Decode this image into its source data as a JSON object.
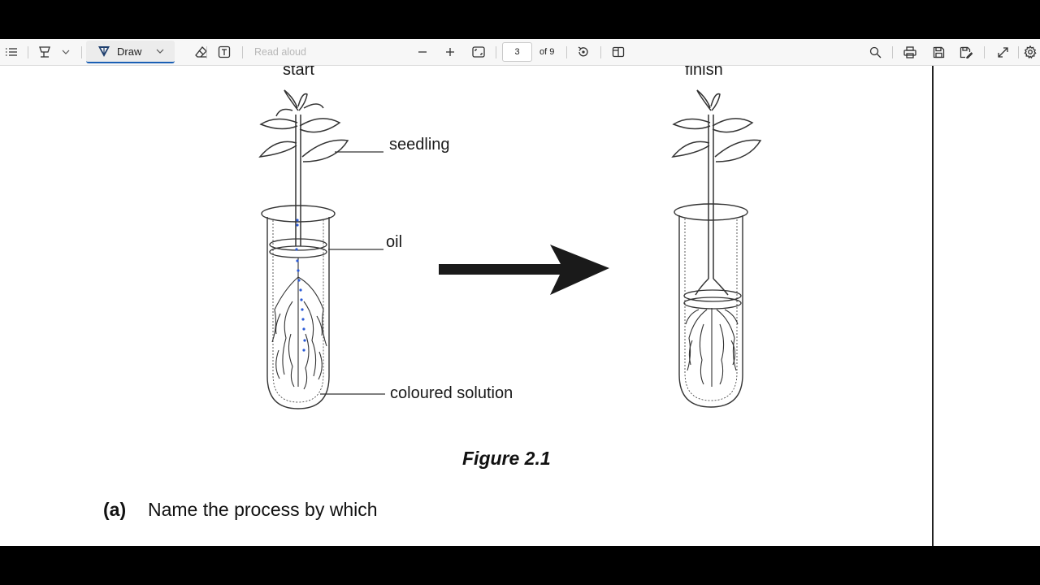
{
  "toolbar": {
    "draw_label": "Draw",
    "read_aloud_label": "Read aloud",
    "page_current": "3",
    "page_total_label": "of 9",
    "icons": [
      "contents-icon",
      "highlight-icon",
      "chevron-down-icon",
      "draw-pen-icon",
      "eraser-icon",
      "text-box-icon",
      "zoom-out-icon",
      "zoom-in-icon",
      "fit-page-icon",
      "rotate-icon",
      "page-view-icon",
      "search-icon",
      "print-icon",
      "save-icon",
      "save-as-icon",
      "fullscreen-icon",
      "settings-icon"
    ],
    "accent_color": "#1a5fb4"
  },
  "figure": {
    "start_label": "start",
    "finish_label": "finish",
    "seedling_label": "seedling",
    "oil_label": "oil",
    "solution_label": "coloured solution",
    "caption": "Figure 2.1"
  },
  "question": {
    "number": "(a)",
    "text": "Name the process by which"
  }
}
